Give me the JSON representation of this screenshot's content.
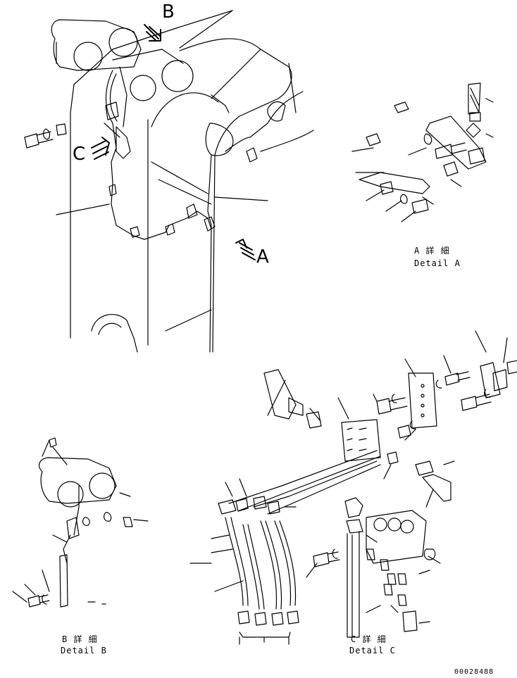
{
  "view_labels": {
    "b": "B",
    "c": "C",
    "a": "A"
  },
  "captions": {
    "a_jp": "A 詳 細",
    "a_en": "Detail A",
    "b_jp": "B 詳 細",
    "b_en": "Detail B",
    "c_jp": "C 詳 細",
    "c_en": "Detail C"
  },
  "part_number": "00028488",
  "colors": {
    "line": "#000000",
    "background": "#ffffff"
  }
}
